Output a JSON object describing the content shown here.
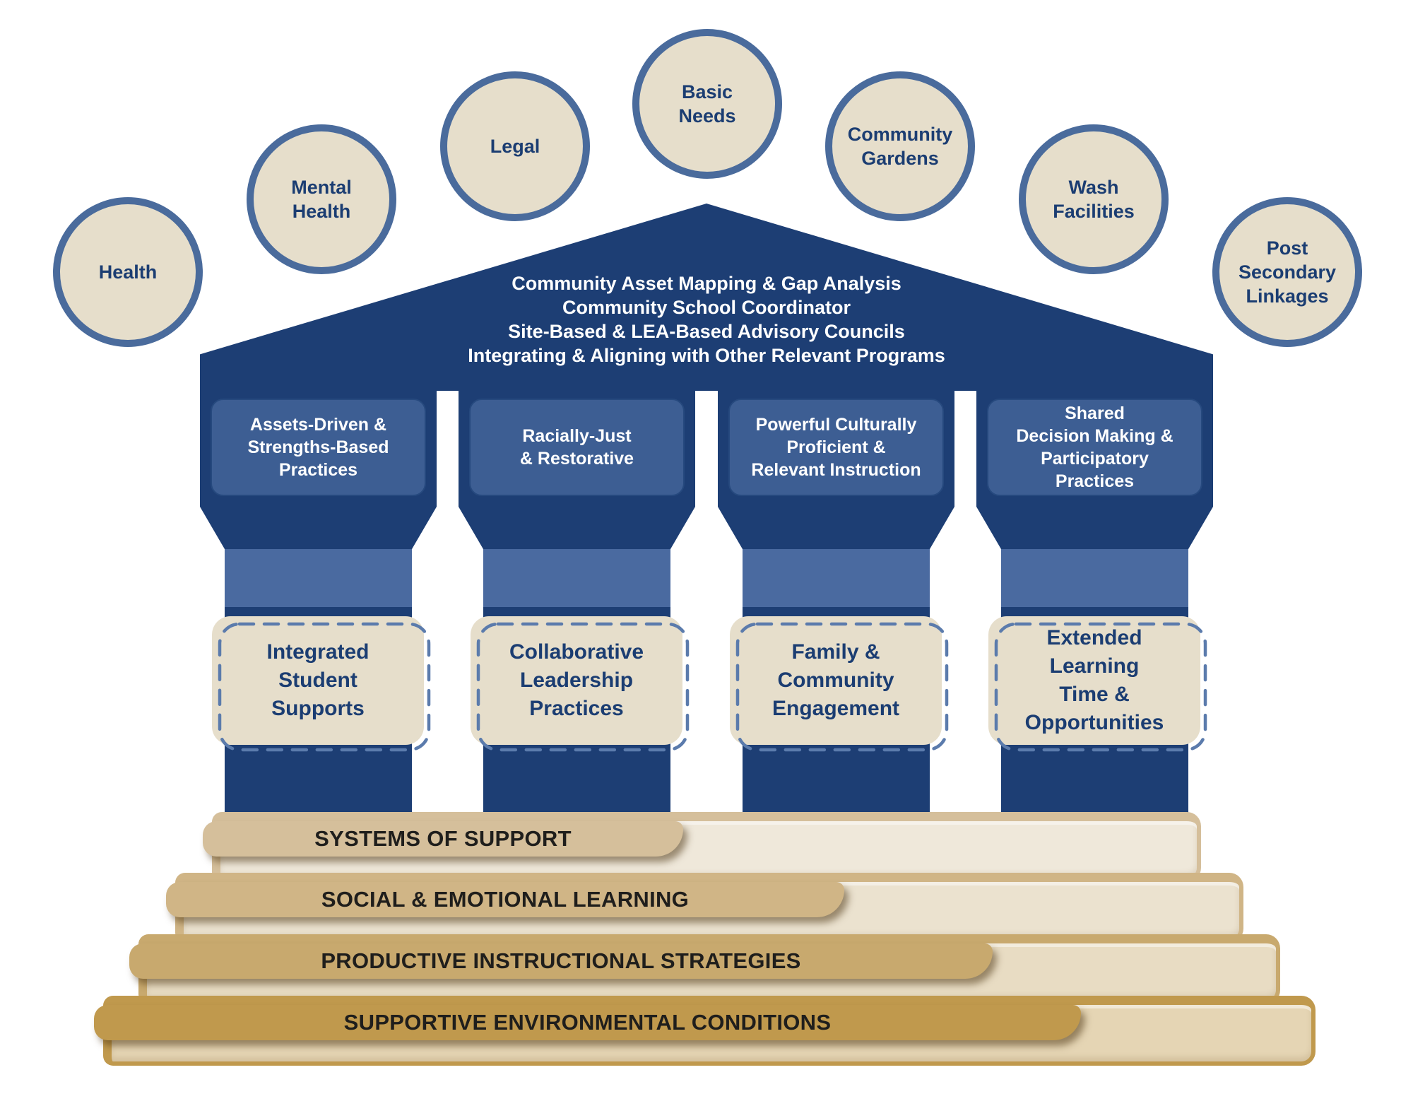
{
  "colors": {
    "navy": "#1d3e74",
    "panelBlue": "#3d5e93",
    "panelEdge": "#26497e",
    "bandBlue": "#4a6aa0",
    "circleBorder": "#4a6b9c",
    "beige": "#e6decb",
    "textNavy": "#1b3d72",
    "dashBlue": "#5b7bac",
    "stepText": "#1f1e1c",
    "step1Tan": "#d5bf9b",
    "step1Cream": "#efe8da",
    "step2Tan": "#d0b586",
    "step2Cream": "#ebe2cf",
    "step3Tan": "#c8a96e",
    "step3Cream": "#e8dcc3",
    "step4Tan": "#c0994d",
    "step4Cream": "#e5d5b4"
  },
  "support_circles": [
    {
      "label": "Health"
    },
    {
      "label": "Mental\nHealth"
    },
    {
      "label": "Legal"
    },
    {
      "label": "Basic\nNeeds"
    },
    {
      "label": "Community\nGardens"
    },
    {
      "label": "Wash\nFacilities"
    },
    {
      "label": "Post\nSecondary\nLinkages"
    }
  ],
  "roof": {
    "lines": [
      "Community Asset Mapping & Gap Analysis",
      "Community School Coordinator",
      "Site-Based & LEA-Based Advisory Councils",
      "Integrating & Aligning with Other Relevant Programs"
    ]
  },
  "pillars": [
    {
      "capital": "Assets-Driven &\nStrengths-Based\nPractices",
      "plaque": "Integrated\nStudent\nSupports"
    },
    {
      "capital": "Racially-Just\n& Restorative",
      "plaque": "Collaborative\nLeadership\nPractices"
    },
    {
      "capital": "Powerful Culturally\nProficient &\nRelevant Instruction",
      "plaque": "Family &\nCommunity\nEngagement"
    },
    {
      "capital": "Shared\nDecision Making &\nParticipatory\nPractices",
      "plaque": "Extended\nLearning\nTime &\nOpportunities"
    }
  ],
  "steps": [
    {
      "label": "SYSTEMS OF SUPPORT"
    },
    {
      "label": "SOCIAL & EMOTIONAL LEARNING"
    },
    {
      "label": "PRODUCTIVE INSTRUCTIONAL STRATEGIES"
    },
    {
      "label": "SUPPORTIVE ENVIRONMENTAL CONDITIONS"
    }
  ]
}
